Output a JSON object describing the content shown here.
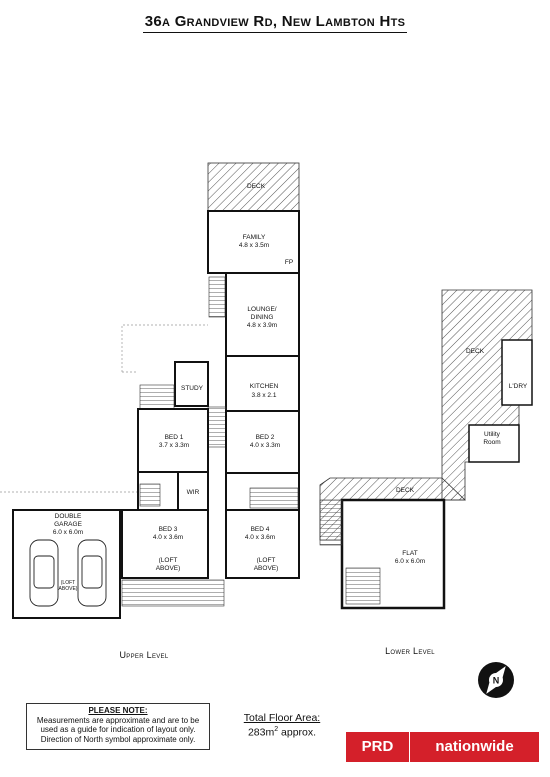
{
  "title": "36a Grandview Rd, New Lambton Hts",
  "rooms": {
    "deck_upper": "DECK",
    "family": "FAMILY",
    "family_dim": "4.8 x 3.5m",
    "fp": "FP",
    "lounge": "LOUNGE/",
    "lounge2": "DINING",
    "lounge_dim": "4.8 x 3.9m",
    "study": "STUDY",
    "kitchen": "KITCHEN",
    "kitchen_dim": "3.8 x 2.1",
    "bed1": "BED 1",
    "bed1_dim": "3.7 x 3.3m",
    "bed2": "BED 2",
    "bed2_dim": "4.0 x 3.3m",
    "wir": "WIR",
    "garage": "DOUBLE",
    "garage2": "GARAGE",
    "garage_dim": "6.0 x 6.0m",
    "loft_g1": "(LOFT",
    "loft_g2": "ABOVE)",
    "bed3": "BED 3",
    "bed3_dim": "4.0 x 3.6m",
    "bed3_loft1": "(LOFT",
    "bed3_loft2": "ABOVE)",
    "bed4": "BED 4",
    "bed4_dim": "4.0 x 3.6m",
    "bed4_loft1": "(LOFT",
    "bed4_loft2": "ABOVE)",
    "deck_right": "DECK",
    "ldry": "L'DRY",
    "utility": "Utility",
    "utility2": "Room",
    "deck_lower": "DECK",
    "flat": "FLAT",
    "flat_dim": "6.0 x 6.0m"
  },
  "levels": {
    "upper": "Upper Level",
    "lower": "Lower Level"
  },
  "note": {
    "heading": "PLEASE NOTE:",
    "line1": "Measurements are approximate and are to be",
    "line2": "used as a guide for indication of layout only.",
    "line3": "Direction of North symbol approximate only."
  },
  "area": {
    "label": "Total Floor Area:",
    "value_num": "283m",
    "value_sup": "2",
    "value_rest": " approx."
  },
  "logo": {
    "left": "PRD",
    "right": "nationwide"
  },
  "north": "N"
}
